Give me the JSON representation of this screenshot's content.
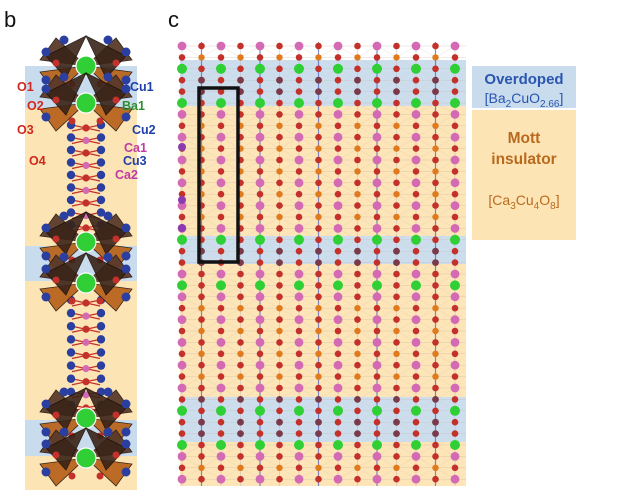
{
  "panels": {
    "b": {
      "label": "b"
    },
    "c": {
      "label": "c"
    }
  },
  "atom_labels": {
    "left": [
      "O1",
      "O2",
      "O3",
      "O4"
    ],
    "right": [
      {
        "text": "Cu1",
        "color": "#1f3fa8"
      },
      {
        "text": "Ba1",
        "color": "#2f8f2f"
      },
      {
        "text": "Cu2",
        "color": "#1f3fa8"
      },
      {
        "text": "Ca1",
        "color": "#c03aa6"
      },
      {
        "text": "Cu3",
        "color": "#1f3fa8"
      },
      {
        "text": "Ca2",
        "color": "#c03aa6"
      }
    ],
    "o_color": "#d0281e"
  },
  "legend": {
    "overdoped": {
      "title": "Overdoped",
      "formula_prefix": "[Ba",
      "sub1": "2",
      "formula_mid": "CuO",
      "sub2": "2.66",
      "formula_suffix": "]",
      "color": "#2a55b0"
    },
    "mott": {
      "title_line1": "Mott",
      "title_line2": "insulator",
      "formula_prefix": "[Ca",
      "sub1": "3",
      "formula_mid": "Cu",
      "sub2": "4",
      "formula_mid2": "O",
      "sub3": "8",
      "formula_suffix": "]",
      "color": "#b86a1f"
    }
  },
  "colors": {
    "blue_band": "#c9dced",
    "orange_band": "#fde4b4",
    "oxygen": "#c4312a",
    "calcium": "#d46ab3",
    "barium": "#2fcf35",
    "copper": "#2a3fa0",
    "octahedron": "#5a3a2a",
    "octahedron_light": "#b8651e"
  }
}
